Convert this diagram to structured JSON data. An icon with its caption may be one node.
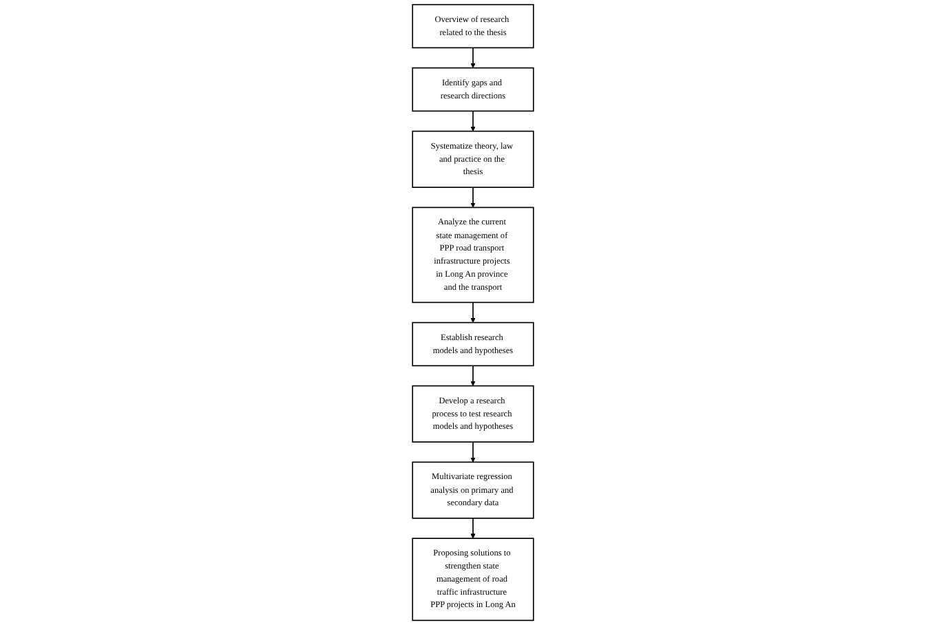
{
  "diagram": {
    "nodes": [
      {
        "text": [
          "Overview of research related to the thesis"
        ]
      },
      {
        "text": [
          "Identify gaps and research directions"
        ]
      },
      {
        "text": [
          "Systematize theory, law and practice on the thesis"
        ]
      },
      {
        "text": [
          "Proposing solutions to strengthen state management of road traffic infrastructure PPP projects in Long An"
        ]
      },
      {
        "text": [
          "Analyze the current state management of PPP road transport infrastructure projects in Long An province and the transport"
        ]
      },
      {
        "text": [
          "Multivariate regression analysis on primary and secondary data"
        ]
      },
      {
        "text": [
          "Develop a research process to test research models and hypotheses"
        ]
      },
      {
        "text": [
          "Establish research models and hypotheses"
        ]
      }
    ],
    "edges": [
      {
        "from": 0,
        "to": 1,
        "arrow": "to"
      },
      {
        "from": 1,
        "to": 2,
        "arrow": "to"
      },
      {
        "from": 2,
        "to": 4,
        "arrow": "to"
      },
      {
        "from": 4,
        "to": 7,
        "arrow": "to"
      },
      {
        "from": 7,
        "to": 6,
        "arrow": "to"
      },
      {
        "from": 6,
        "to": 5,
        "arrow": "to"
      },
      {
        "from": 5,
        "to": 3,
        "arrow": "to"
      }
    ]
  }
}
